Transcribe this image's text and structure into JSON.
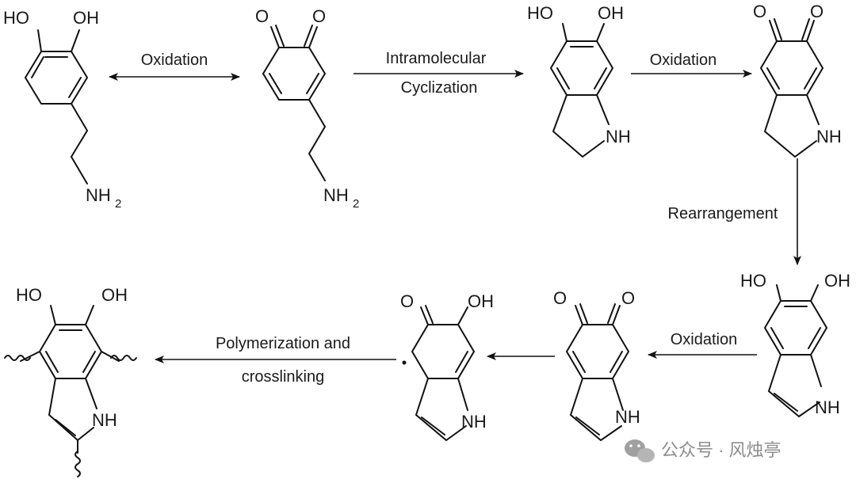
{
  "labels": {
    "oxidation_1": "Oxidation",
    "cyclization_line1": "Intramolecular",
    "cyclization_line2": "Cyclization",
    "oxidation_2": "Oxidation",
    "rearrangement": "Rearrangement",
    "oxidation_3": "Oxidation",
    "polymerization_line1": "Polymerization and",
    "polymerization_line2": "crosslinking"
  },
  "atoms": {
    "ho": "HO",
    "oh": "OH",
    "o": "O",
    "nh": "NH",
    "n": "N",
    "h": "H",
    "h2": "2",
    "nh2": "NH"
  },
  "watermark": {
    "text": "公众号 · 风烛亭",
    "icon": "wechat-icon"
  }
}
